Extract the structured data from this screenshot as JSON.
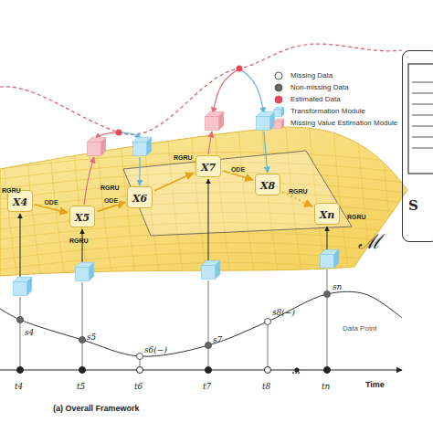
{
  "diagram": {
    "caption": "(a) Overall Framework",
    "nodes": [
      {
        "text": [
          "X4"
        ]
      },
      {
        "text": [
          "X5"
        ]
      },
      {
        "text": [
          "X6"
        ]
      },
      {
        "text": [
          "X7"
        ]
      },
      {
        "text": [
          "X8"
        ]
      },
      {
        "text": [
          "Xn"
        ]
      },
      {
        "text": [
          "S"
        ]
      }
    ],
    "edges": [
      {
        "from": 0,
        "to": 1,
        "label": "ODE",
        "arrow": "to"
      },
      {
        "from": 1,
        "to": 2,
        "label": "ODE",
        "arrow": "to"
      },
      {
        "from": 2,
        "to": 3,
        "arrow": "to"
      },
      {
        "from": 3,
        "to": 4,
        "label": "ODE",
        "arrow": "to"
      },
      {
        "from": 4,
        "to": 5,
        "arrow": "to"
      }
    ],
    "labels": [
      "RGRU",
      "RGRU",
      "RGRU",
      "RGRU",
      "RGRU",
      "RGRU",
      "ℳ",
      "s4",
      "s5",
      "s6(−)",
      "s7",
      "s8(−)",
      "sn",
      "Data Point",
      "t4",
      "t5",
      "t6",
      "t7",
      "t8",
      "…",
      "tn",
      "Time"
    ],
    "legend": [
      {
        "text": "Missing Data"
      },
      {
        "text": "Non-missing Data"
      },
      {
        "text": "Estimated Data"
      },
      {
        "text": "Transformation Module"
      },
      {
        "text": "Missing Value Estimation Module"
      }
    ]
  }
}
